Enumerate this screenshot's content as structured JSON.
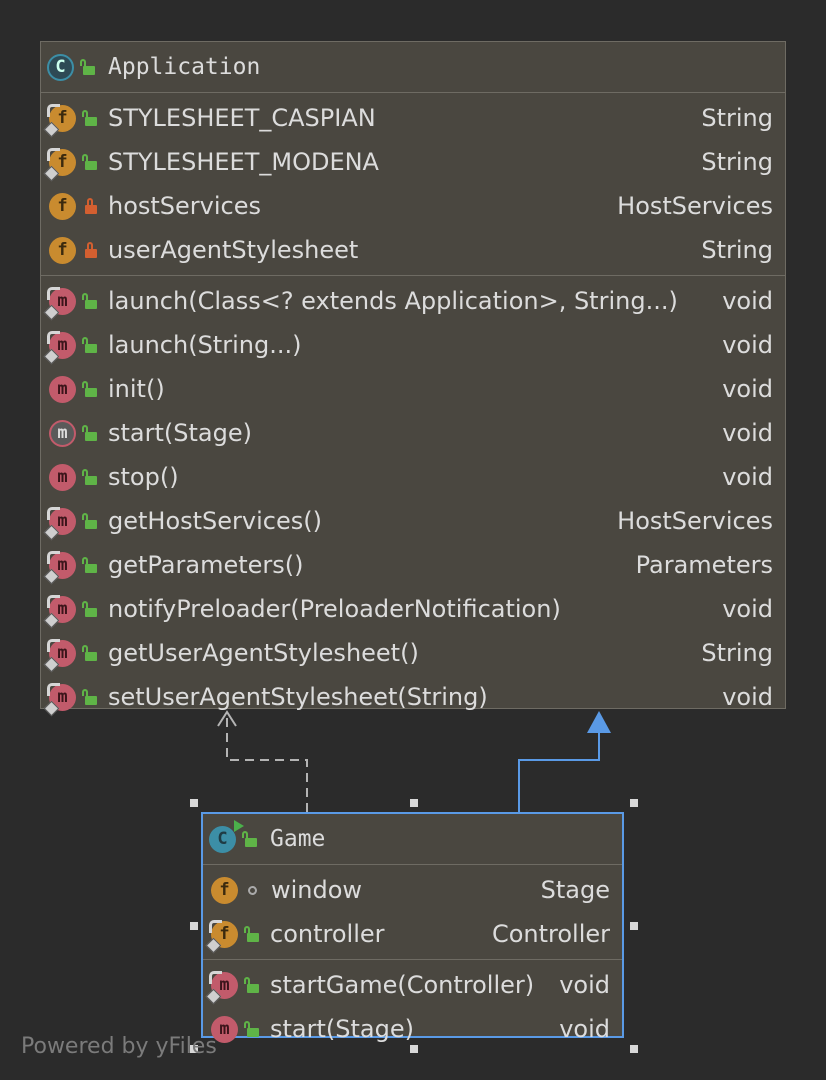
{
  "application": {
    "name": "Application",
    "fields": [
      {
        "name": "STYLESHEET_CASPIAN",
        "type": "String",
        "visibility": "public",
        "overridden": true
      },
      {
        "name": "STYLESHEET_MODENA",
        "type": "String",
        "visibility": "public",
        "overridden": true
      },
      {
        "name": "hostServices",
        "type": "HostServices",
        "visibility": "private"
      },
      {
        "name": "userAgentStylesheet",
        "type": "String",
        "visibility": "private"
      }
    ],
    "methods": [
      {
        "name": "launch(Class<? extends Application>, String...)",
        "type": "void",
        "overridden": true
      },
      {
        "name": "launch(String...)",
        "type": "void",
        "overridden": true
      },
      {
        "name": "init()",
        "type": "void"
      },
      {
        "name": "start(Stage)",
        "type": "void",
        "abstract": true
      },
      {
        "name": "stop()",
        "type": "void"
      },
      {
        "name": "getHostServices()",
        "type": "HostServices",
        "overridden": true
      },
      {
        "name": "getParameters()",
        "type": "Parameters",
        "overridden": true
      },
      {
        "name": "notifyPreloader(PreloaderNotification)",
        "type": "void",
        "overridden": true
      },
      {
        "name": "getUserAgentStylesheet()",
        "type": "String",
        "overridden": true
      },
      {
        "name": "setUserAgentStylesheet(String)",
        "type": "void",
        "overridden": true
      }
    ]
  },
  "game": {
    "name": "Game",
    "fields": [
      {
        "name": "window",
        "type": "Stage",
        "visibility": "package"
      },
      {
        "name": "controller",
        "type": "Controller",
        "visibility": "public",
        "overridden": true
      }
    ],
    "methods": [
      {
        "name": "startGame(Controller)",
        "type": "void",
        "overridden": true
      },
      {
        "name": "start(Stage)",
        "type": "void"
      }
    ]
  },
  "watermark": "Powered by yFiles",
  "colors": {
    "background": "#2b2b2b",
    "node_fill": "#4a4740",
    "selection": "#5a9ae6",
    "field_badge": "#c98b2f",
    "method_badge": "#c25b6b",
    "class_badge": "#3c8ea6",
    "public_lock": "#5fb447",
    "private_lock": "#d35f30"
  }
}
